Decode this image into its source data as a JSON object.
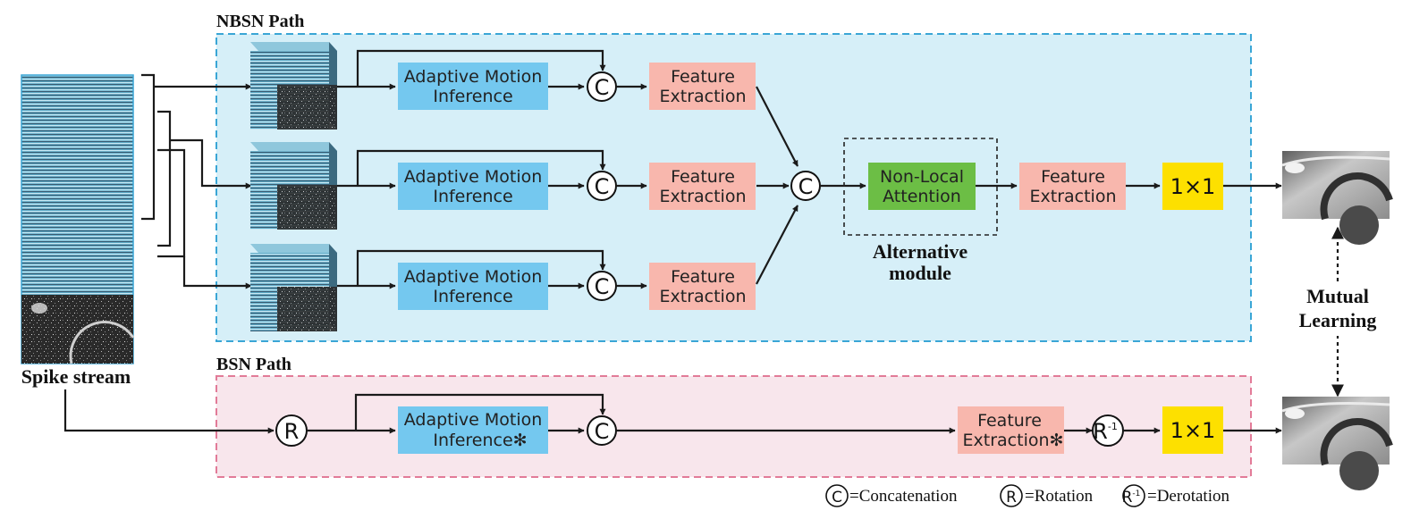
{
  "nbsn": {
    "title": "NBSN Path"
  },
  "bsn": {
    "title": "BSN Path"
  },
  "input": {
    "caption": "Spike stream"
  },
  "ami": {
    "line1": "Adaptive Motion",
    "line2": "Inference",
    "line2_star": "Inference✻"
  },
  "fe": {
    "line1": "Feature",
    "line2": "Extraction",
    "line2_star": "Extraction✻"
  },
  "nla": {
    "line1": "Non-Local",
    "line2": "Attention"
  },
  "alt": {
    "line1": "Alternative",
    "line2": "module"
  },
  "conv": {
    "label": "1×1"
  },
  "ops": {
    "concat": "C",
    "rotate": "R",
    "derotate": "R",
    "derotate_sup": "-1"
  },
  "mutual": {
    "line1": "Mutual",
    "line2": "Learning"
  },
  "legend": {
    "concat": "=Concatenation",
    "rotate": "=Rotation",
    "derotate": "=Derotation"
  },
  "colors": {
    "nbsn_bg": "#d6eff8",
    "nbsn_border": "#3aa6d6",
    "bsn_bg": "#f8e6ec",
    "bsn_border": "#e27b98",
    "ami_fill": "#74c8ef",
    "fe_fill": "#f8b7ad",
    "nla_fill": "#6cbe45",
    "conv_fill": "#fde000"
  }
}
